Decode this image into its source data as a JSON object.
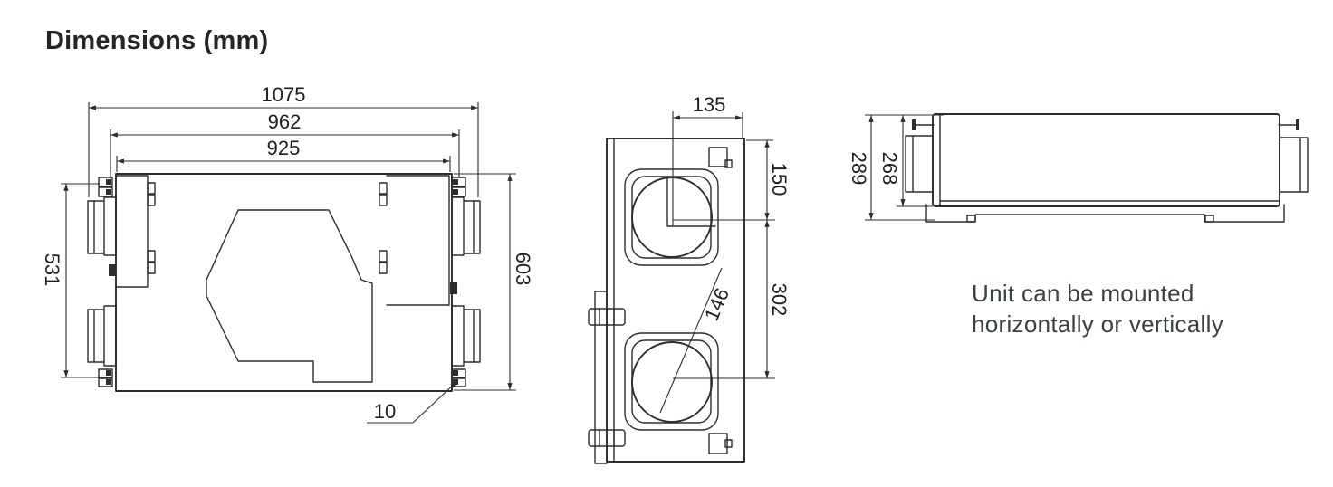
{
  "title": "Dimensions (mm)",
  "colors": {
    "background": "#ffffff",
    "line": "#2d2d2d",
    "dimension_text": "#1f1f1f",
    "title_text": "#242424",
    "note_text": "#3a4140"
  },
  "top_view": {
    "overall_width": "1075",
    "mount_width": "962",
    "body_width": "925",
    "left_depth": "531",
    "right_depth": "603",
    "foot_detail": "10"
  },
  "side_view": {
    "port_center_offset": "135",
    "port_center_from_top": "150",
    "port_center_spacing": "302",
    "port_diameter": "146"
  },
  "profile_view": {
    "overall_height": "289",
    "body_height": "268"
  },
  "note": {
    "line1": "Unit can be mounted",
    "line2": "horizontally or vertically"
  }
}
